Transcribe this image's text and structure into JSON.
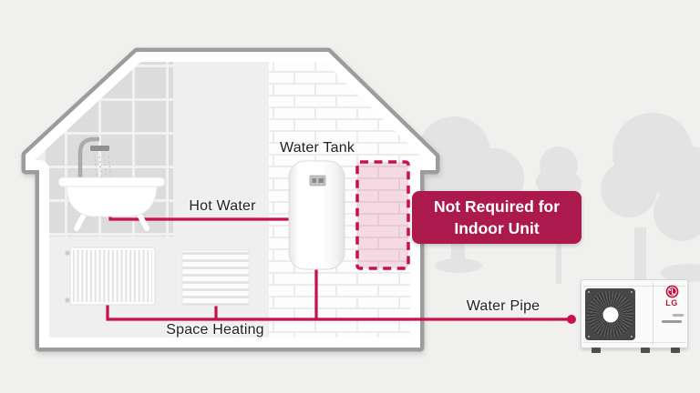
{
  "scene": {
    "labels": {
      "water_tank": "Water Tank",
      "hot_water": "Hot Water",
      "space_heating": "Space Heating",
      "water_pipe": "Water Pipe"
    },
    "badge": {
      "line1": "Not Required for",
      "line2": "Indoor Unit"
    },
    "outdoor_unit": {
      "brand": "LG"
    },
    "colors": {
      "background": "#f0f0ef",
      "pipe_accent": "#c8104e",
      "badge_background": "#ac1a4d",
      "dashed_zone_border": "#c8104e",
      "dashed_zone_fill": "#f2cdd9",
      "house_outline": "#9c9c9c",
      "lg_logo_red": "#c2103e",
      "tree_silhouette": "#e3e3e3"
    },
    "icons": {
      "bathtub_shower": "bathtub-with-shower-glyph",
      "radiator_panel": "vertical-fin-radiator-glyph",
      "radiator_convector": "horizontal-slat-radiator-glyph",
      "water_tank": "white-cylinder-tank-glyph",
      "fan": "radial-fan-blades-circle",
      "lg_logo": "lg-face-in-red-circle",
      "trees": "light-gray-tree-silhouettes"
    }
  }
}
